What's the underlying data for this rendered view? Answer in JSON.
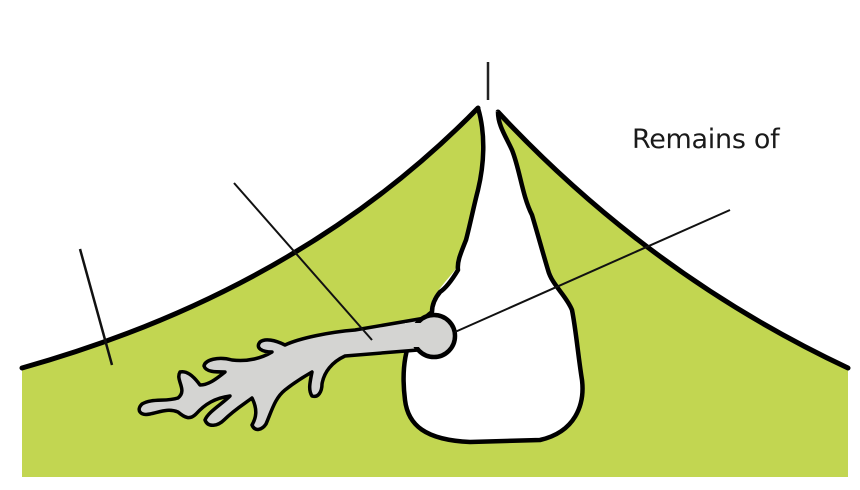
{
  "diagram": {
    "subject": "volcano cross-section",
    "colors": {
      "ground": "#c2d651",
      "outline": "#000000",
      "dyke": "#d4d4d2",
      "cavity": "#ffffff",
      "background": "#ffffff"
    },
    "labels": [
      {
        "id": "remains-label",
        "text": "Remains of"
      }
    ],
    "leader_lines": [
      {
        "id": "vent-line",
        "target": "vent"
      },
      {
        "id": "flank-line",
        "target": "volcano-flank"
      },
      {
        "id": "dyke-line",
        "target": "dyke"
      },
      {
        "id": "chamber-line",
        "target": "magma-chamber-remains"
      }
    ]
  }
}
